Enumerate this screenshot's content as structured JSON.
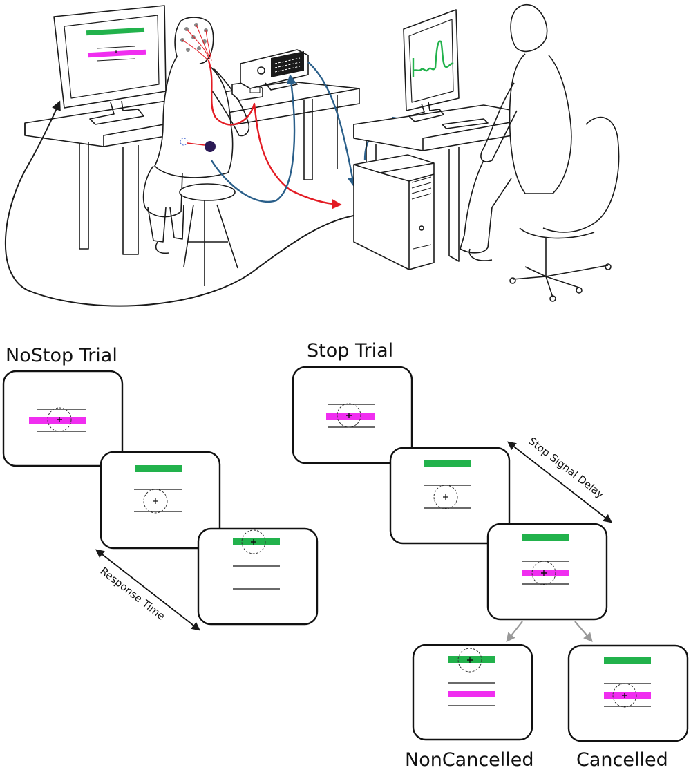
{
  "colors": {
    "green": "#22b24c",
    "magenta": "#f02ef0",
    "red": "#e31b23",
    "blue": "#2a5f8a",
    "line": "#1a1a1a"
  },
  "labels": {
    "nostop_title": "NoStop Trial",
    "stop_title": "Stop Trial",
    "response_time": "Response Time",
    "ssd": "Stop Signal Delay",
    "noncancelled": "NonCancelled",
    "cancelled": "Cancelled"
  }
}
